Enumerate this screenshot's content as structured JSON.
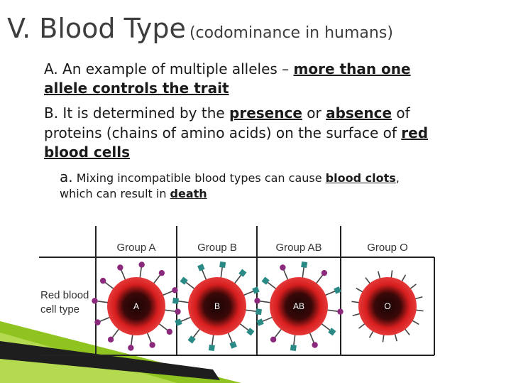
{
  "title": {
    "main": "V.  Blood Type",
    "sub": "(codominance in humans)"
  },
  "point_a": {
    "text": "A. An example of multiple alleles – ",
    "em1": "more than one",
    "em2": "allele controls the trait"
  },
  "point_b": {
    "line1_pre": "B. It is determined by the ",
    "line1_em1": "presence",
    "line1_mid": " or ",
    "line1_em2": "absence",
    "line1_post": " of",
    "line2_pre": "proteins (chains of amino acids) on the surface of ",
    "line2_em": "red",
    "line3_em": "blood cells"
  },
  "point_a_sub": {
    "bullet": "a.",
    "line1_pre": " Mixing incompatible blood types can cause ",
    "line1_em": "blood clots",
    "line1_post": ",",
    "line2_pre": "which can result in ",
    "line2_em": "death"
  },
  "table": {
    "row_label_1": "Red blood",
    "row_label_2": "cell type",
    "groups": [
      {
        "header": "Group A",
        "core": "A",
        "antigen": "A"
      },
      {
        "header": "Group B",
        "core": "B",
        "antigen": "B"
      },
      {
        "header": "Group AB",
        "core": "AB",
        "antigen": "AB"
      },
      {
        "header": "Group O",
        "core": "O",
        "antigen": "none"
      }
    ]
  },
  "colors": {
    "antigen_a": "#8b2a7c",
    "antigen_b": "#2a8a86",
    "cell": "#d81e1e",
    "accent_green": "#8fc31f"
  }
}
